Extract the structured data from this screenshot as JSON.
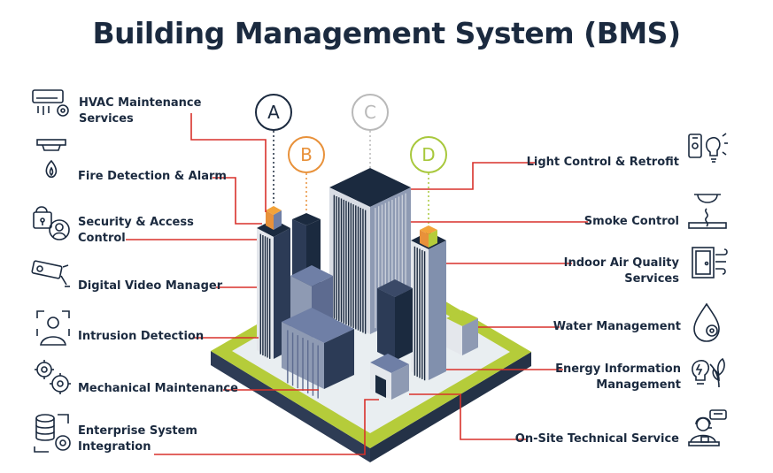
{
  "title": "Building Management System (BMS)",
  "colors": {
    "title": "#1b2a3f",
    "connector": "#d9312b",
    "letter_a": "#1b2a3f",
    "letter_b": "#e8913a",
    "letter_c": "#b9b9b9",
    "letter_d": "#a8c83c",
    "ground": "#b5cc3a",
    "building_dark": "#1b2a3f",
    "building_blue": "#6f7fa6"
  },
  "markers": [
    "A",
    "B",
    "C",
    "D"
  ],
  "left_items": [
    {
      "label": "HVAC Maintenance\nServices",
      "icon": "hvac-icon"
    },
    {
      "label": "Fire Detection & Alarm",
      "icon": "fire-alarm-icon"
    },
    {
      "label": "Security & Access\nControl",
      "icon": "security-access-icon"
    },
    {
      "label": "Digital Video Manager",
      "icon": "cctv-camera-icon"
    },
    {
      "label": "Intrusion Detection",
      "icon": "intrusion-detection-icon"
    },
    {
      "label": "Mechanical Maintenance",
      "icon": "gears-icon"
    },
    {
      "label": "Enterprise System\nIntegration",
      "icon": "server-gears-icon"
    }
  ],
  "right_items": [
    {
      "label": "Light Control & Retrofit",
      "icon": "smart-light-icon"
    },
    {
      "label": "Smoke Control",
      "icon": "smoke-detector-icon"
    },
    {
      "label": "Indoor Air Quality\nServices",
      "icon": "air-door-icon"
    },
    {
      "label": "Water Management",
      "icon": "water-drop-icon"
    },
    {
      "label": "Energy Information\nManagement",
      "icon": "energy-bulb-icon"
    },
    {
      "label": "On-Site Technical Service",
      "icon": "technician-icon"
    }
  ]
}
